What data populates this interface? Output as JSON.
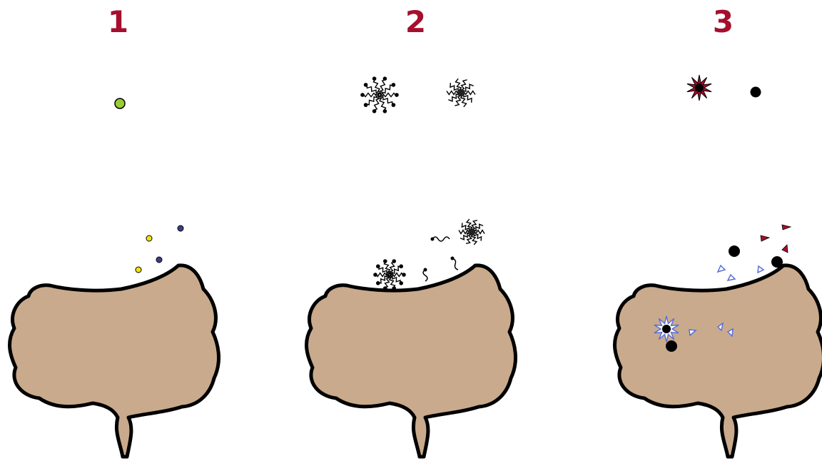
{
  "panels": [
    {
      "label": "1"
    },
    {
      "label": "2"
    },
    {
      "label": "3"
    }
  ],
  "colors": {
    "label": "#a50f2d",
    "tissue": "#c9aa8c",
    "outline": "#000000",
    "green_particle": "#9acd32",
    "yellow_particle": "#f2e600",
    "purple_particle": "#3d3d8f",
    "red_marker": "#a50f2d",
    "blue_marker": "#5a6fd6"
  },
  "icons": {
    "panel_1": [
      "green-particle-icon",
      "yellow-particle-icon",
      "purple-particle-icon"
    ],
    "panel_2": [
      "micelle-icon",
      "loaded-micelle-icon",
      "polymer-chain-icon"
    ],
    "panel_3": [
      "red-star-particle-icon",
      "black-particle-icon",
      "red-fragment-icon",
      "blue-fragment-icon",
      "blue-star-particle-icon"
    ]
  }
}
